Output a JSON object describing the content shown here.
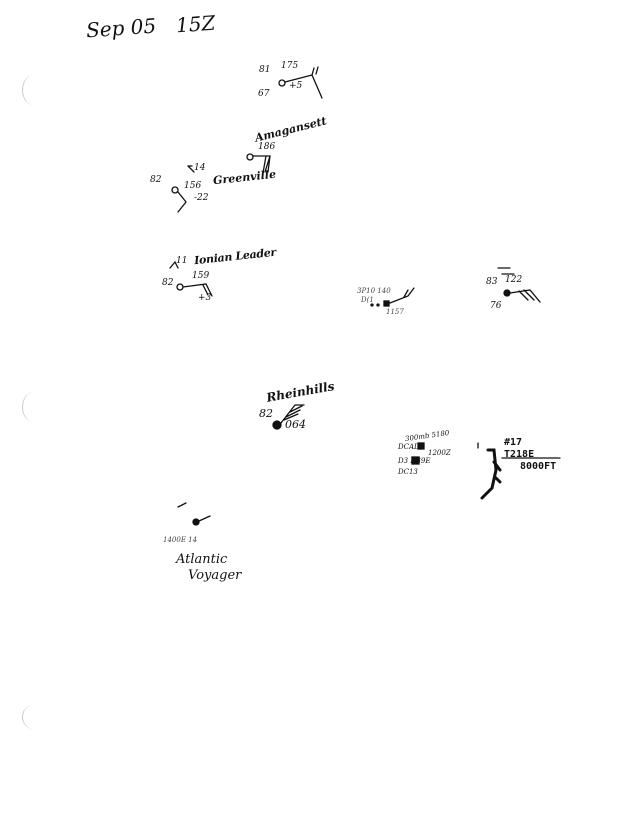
{
  "header": {
    "date": "Sep 05",
    "time": "15Z"
  },
  "stations": [
    {
      "id": "station-top",
      "temp": "81",
      "pressure": "175",
      "dewpoint": "67",
      "tendency": "+5"
    },
    {
      "id": "station-amagansett",
      "name": "Amagansett",
      "pressure": "186"
    },
    {
      "id": "station-greenville",
      "name": "Greenville",
      "temp": "82",
      "pressure": "156",
      "tendency": "-22",
      "wind_note": "14"
    },
    {
      "id": "station-ionian-leader",
      "name": "Ionian Leader",
      "temp": "82",
      "pressure": "159",
      "tendency": "+3",
      "wind_note": "11"
    },
    {
      "id": "station-center-small",
      "lines": [
        "3P10  140",
        "D(1",
        "1157"
      ]
    },
    {
      "id": "station-right-small",
      "temp": "83",
      "pressure": "122",
      "tendency": "76"
    },
    {
      "id": "station-rheinhills",
      "name": "Rheinhills",
      "temp": "82",
      "pressure": "064"
    },
    {
      "id": "station-cluster",
      "lines": [
        "300mb  5180",
        "DCAL",
        "1200Z",
        "D3 N39E",
        "DC13"
      ]
    },
    {
      "id": "station-aircraft",
      "lines": [
        "#17",
        "T218E",
        "8000FT"
      ]
    },
    {
      "id": "station-atlantic-voyager",
      "name_line1": "Atlantic",
      "name_line2": "Voyager",
      "lines": [
        "1400E  14"
      ]
    }
  ],
  "colors": {
    "ink": "#111111",
    "faint": "#c9c9c9"
  }
}
